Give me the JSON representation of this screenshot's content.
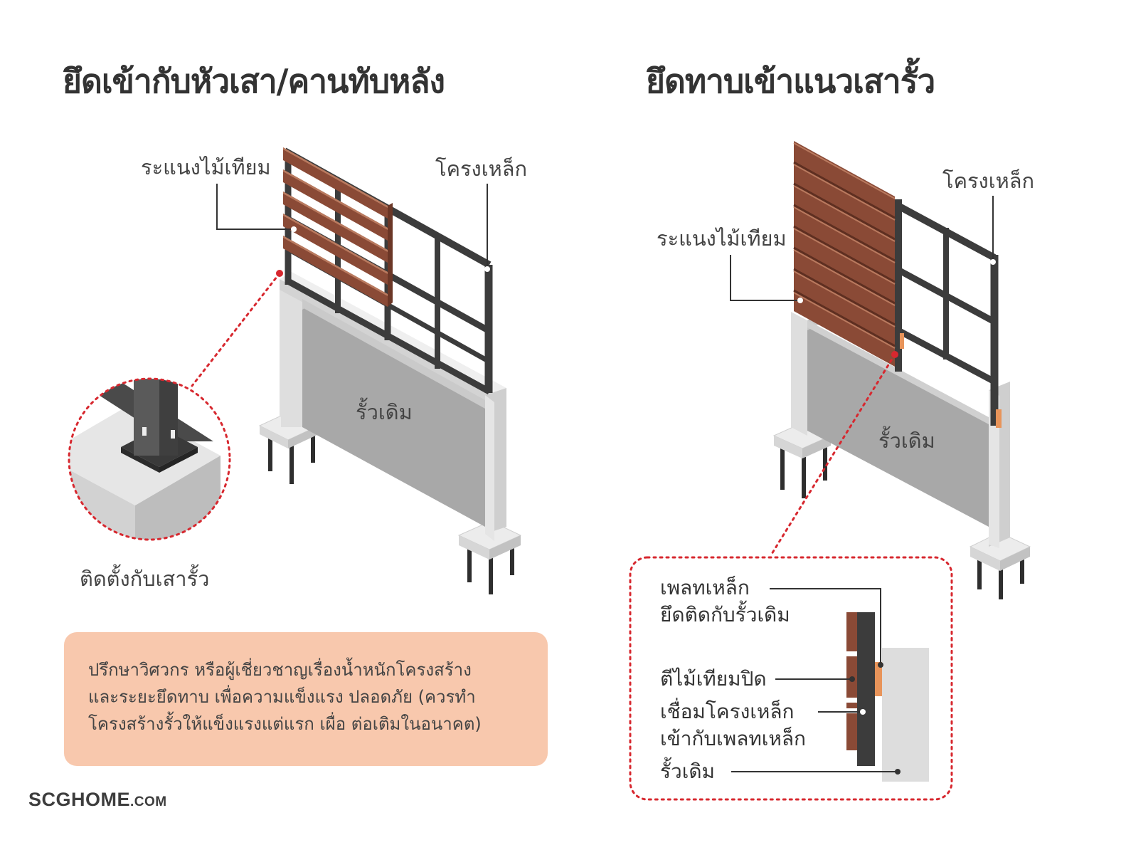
{
  "left_panel": {
    "title": "ยึดเข้ากับหัวเสา/คานทับหลัง",
    "label_slats": "ระแนงไม้เทียม",
    "label_steel": "โครงเหล็ก",
    "label_fence": "รั้วเดิม",
    "label_detail": "ติดตั้งกับเสารั้ว"
  },
  "right_panel": {
    "title": "ยึดทาบเข้าแนวเสารั้ว",
    "label_slats": "ระแนงไม้เทียม",
    "label_steel": "โครงเหล็ก",
    "label_fence": "รั้วเดิม",
    "detail": {
      "plate_line1": "เพลทเหล็ก",
      "plate_line2": "ยึดติดกับรั้วเดิม",
      "cover": "ตีไม้เทียมปิด",
      "weld_line1": "เชื่อมโครงเหล็ก",
      "weld_line2": "เข้ากับเพลทเหล็ก",
      "fence": "รั้วเดิม"
    }
  },
  "note": {
    "line1": "ปรึกษาวิศวกร หรือผู้เชี่ยวชาญเรื่องน้ำหนักโครงสร้าง",
    "line2": "และระยะยึดทาบ เพื่อความแข็งแรง ปลอดภัย (ควรทำ",
    "line3": "โครงสร้างรั้วให้แข็งแรงแต่แรก เผื่อ ต่อเติมในอนาคต)"
  },
  "logo": {
    "main": "SCGHOME",
    "suffix": ".COM"
  },
  "colors": {
    "wood": "#8a4a36",
    "wood_highlight": "#b97a5f",
    "steel": "#3c3c3c",
    "concrete_face": "#a8a8a8",
    "concrete_light": "#e6e6e6",
    "pointer_red": "#d7282f",
    "note_bg": "#f8c8ad",
    "plate_orange": "#e8945a"
  }
}
